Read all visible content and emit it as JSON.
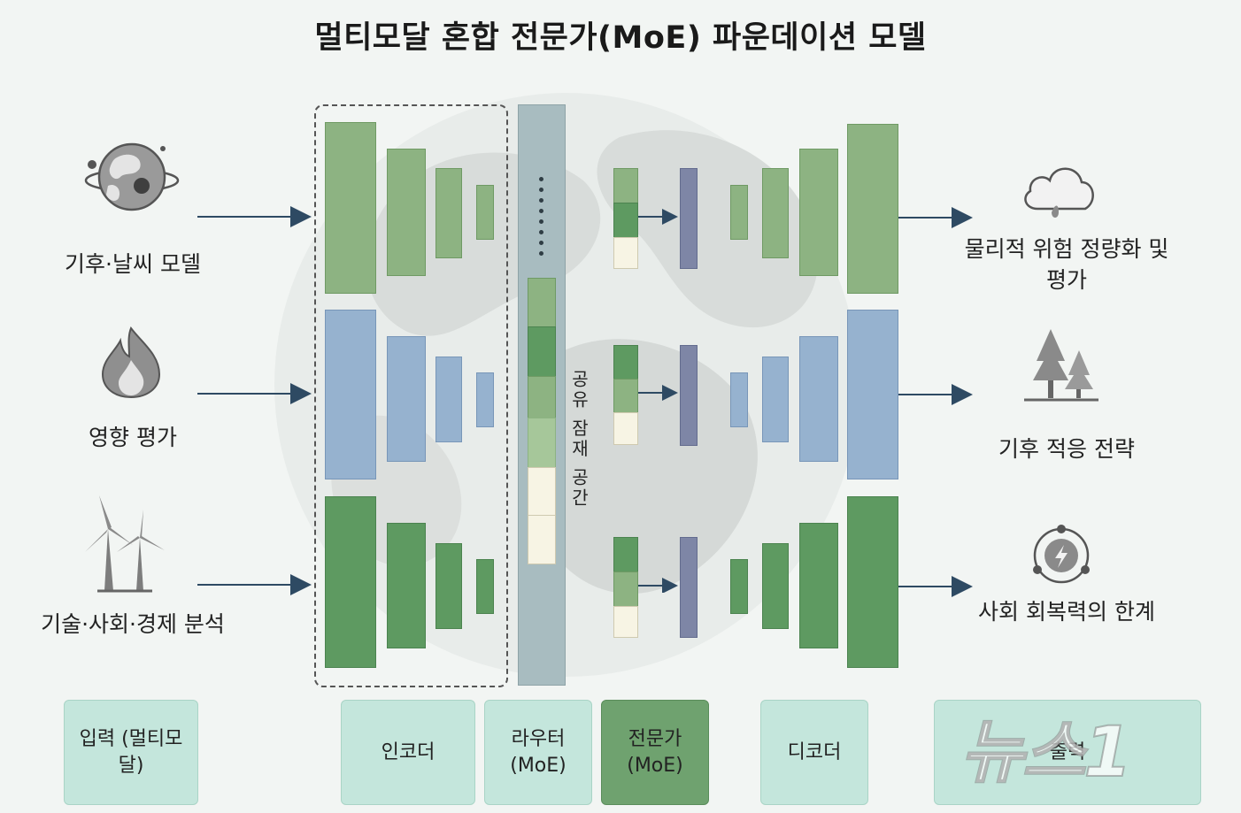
{
  "title": "멀티모달 혼합 전문가(MoE) 파운데이션 모델",
  "inputs": [
    {
      "label": "기후·날씨 모델",
      "icon": "globe-icon"
    },
    {
      "label": "영향 평가",
      "icon": "flame-icon"
    },
    {
      "label": "기술·사회·경제 분석",
      "icon": "wind-turbine-icon"
    }
  ],
  "latent_space_label": "공유 잠재 공간",
  "outputs": [
    {
      "label": "물리적 위험 정량화 및 평가",
      "icon": "cloud-rain-icon"
    },
    {
      "label": "기후 적응 전략",
      "icon": "trees-icon"
    },
    {
      "label": "사회 회복력의 한계",
      "icon": "resilience-icon"
    }
  ],
  "legend": {
    "input": "입력 (멀티모달)",
    "encoder": "인코더",
    "router": "라우터 (MoE)",
    "expert": "전문가 (MoE)",
    "decoder": "디코더",
    "output": "출력"
  },
  "watermark": "뉴스1",
  "colors": {
    "green": "#8db382",
    "blue": "#96b2cf",
    "dark_green": "#5e9a61",
    "latent_bar": "#a8bcc0",
    "router": "#7e86a6",
    "legend_box": "#c4e6dc",
    "legend_expert": "#6fa26f",
    "arrow": "#2e4a63"
  }
}
